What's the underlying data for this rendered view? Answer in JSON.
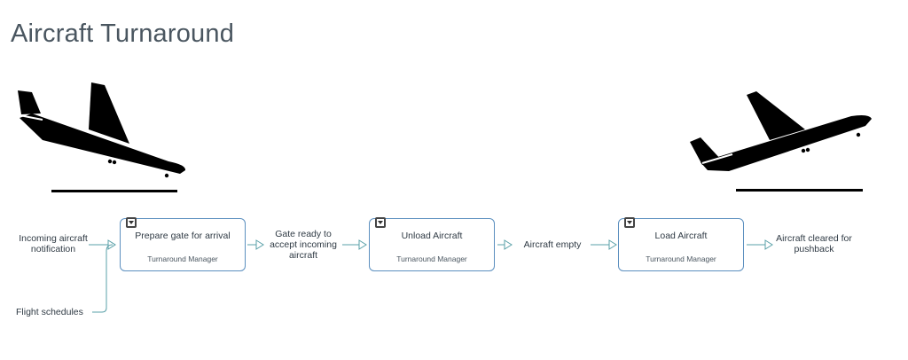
{
  "title": "Aircraft Turnaround",
  "icons": {
    "landing": "airplane-landing-icon",
    "takeoff": "airplane-takeoff-icon"
  },
  "colors": {
    "node_border": "#5b8fbf",
    "connector": "#5aa0a8",
    "text": "#2f3a44"
  },
  "inputs": {
    "incoming": "Incoming aircraft notification",
    "schedules": "Flight schedules"
  },
  "nodes": [
    {
      "title": "Prepare gate for arrival",
      "role": "Turnaround Manager"
    },
    {
      "title": "Unload Aircraft",
      "role": "Turnaround Manager"
    },
    {
      "title": "Load Aircraft",
      "role": "Turnaround Manager"
    }
  ],
  "flows": {
    "gate_ready": "Gate ready to accept incoming aircraft",
    "empty": "Aircraft empty",
    "cleared": "Aircraft cleared for pushback"
  }
}
